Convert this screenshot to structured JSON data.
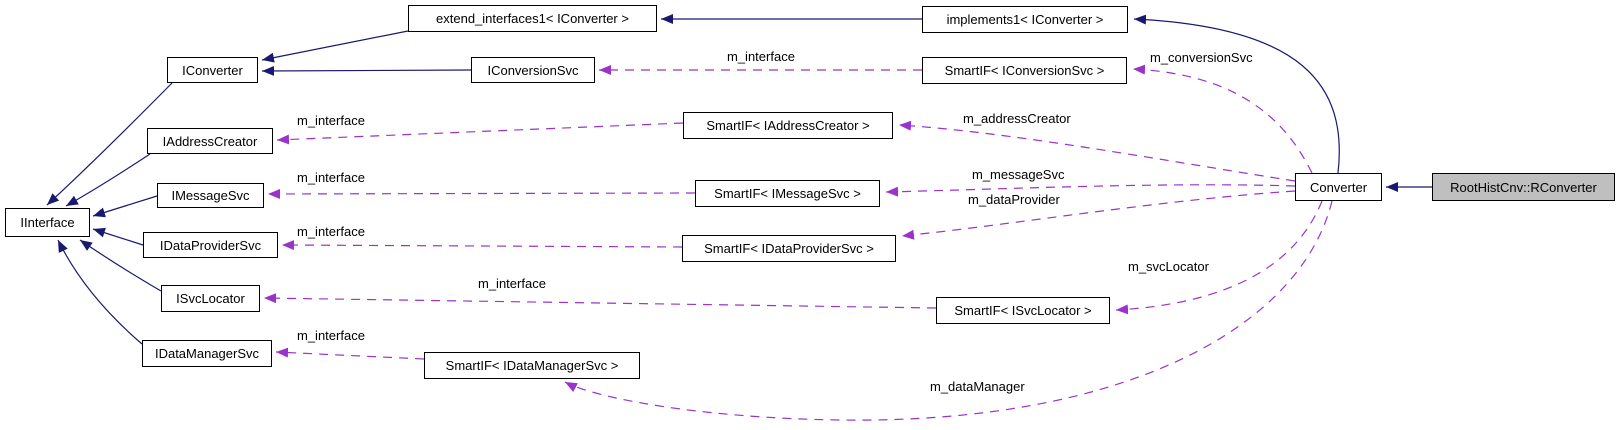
{
  "diagram_type": "collaboration-graph",
  "colors": {
    "inheritance_edge": "#191970",
    "usage_edge": "#9a32cc",
    "node_fill": "#ffffff",
    "node_border": "#000000",
    "current_node_fill": "#bfbfbf",
    "text": "#000000"
  },
  "nodes": [
    {
      "label": "extend_interfaces1< IConverter >",
      "highlighted": false
    },
    {
      "label": "implements1< IConverter >",
      "highlighted": false
    },
    {
      "label": "IConverter",
      "highlighted": false
    },
    {
      "label": "IConversionSvc",
      "highlighted": false
    },
    {
      "label": "SmartIF< IConversionSvc >",
      "highlighted": false
    },
    {
      "label": "IAddressCreator",
      "highlighted": false
    },
    {
      "label": "SmartIF< IAddressCreator >",
      "highlighted": false
    },
    {
      "label": "IMessageSvc",
      "highlighted": false
    },
    {
      "label": "SmartIF< IMessageSvc >",
      "highlighted": false
    },
    {
      "label": "IInterface",
      "highlighted": false
    },
    {
      "label": "IDataProviderSvc",
      "highlighted": false
    },
    {
      "label": "SmartIF< IDataProviderSvc >",
      "highlighted": false
    },
    {
      "label": "ISvcLocator",
      "highlighted": false
    },
    {
      "label": "SmartIF< ISvcLocator >",
      "highlighted": false
    },
    {
      "label": "IDataManagerSvc",
      "highlighted": false
    },
    {
      "label": "SmartIF< IDataManagerSvc >",
      "highlighted": false
    },
    {
      "label": "Converter",
      "highlighted": false
    },
    {
      "label": "RootHistCnv::RConverter",
      "highlighted": true
    }
  ],
  "edge_labels": [
    {
      "text": "m_interface"
    },
    {
      "text": "m_conversionSvc"
    },
    {
      "text": "m_interface"
    },
    {
      "text": "m_addressCreator"
    },
    {
      "text": "m_interface"
    },
    {
      "text": "m_messageSvc"
    },
    {
      "text": "m_dataProvider"
    },
    {
      "text": "m_interface"
    },
    {
      "text": "m_interface"
    },
    {
      "text": "m_svcLocator"
    },
    {
      "text": "m_interface"
    },
    {
      "text": "m_dataManager"
    }
  ]
}
